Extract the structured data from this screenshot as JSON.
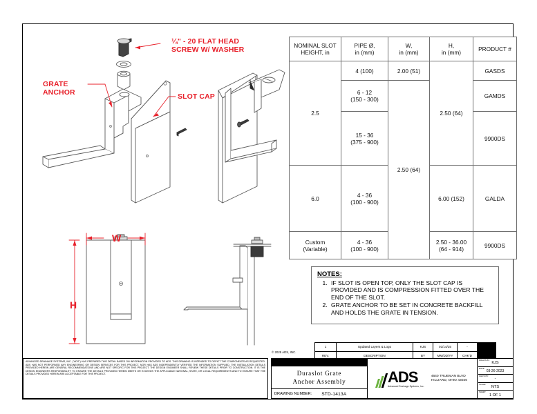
{
  "drawing": {
    "annotations": {
      "screw": "¼\" - 20 FLAT HEAD\nSCREW W/ WASHER",
      "screw_line1": "¼\" - 20 FLAT HEAD",
      "screw_line2": "SCREW W/ WASHER",
      "grate_anchor_line1": "GRATE",
      "grate_anchor_line2": "ANCHOR",
      "slot_cap": "SLOT CAP",
      "dim_w": "W",
      "dim_h": "H"
    }
  },
  "spec_table": {
    "headers": [
      "NOMINAL SLOT\nHEIGHT, in",
      "PIPE Ø,\nin (mm)",
      "W,\nin (mm)",
      "H,\nin (mm)",
      "PRODUCT #"
    ],
    "header_cells": [
      {
        "line1": "NOMINAL SLOT",
        "line2": "HEIGHT, in"
      },
      {
        "line1": "PIPE Ø,",
        "line2": "in (mm)"
      },
      {
        "line1": "W,",
        "line2": "in (mm)"
      },
      {
        "line1": "H,",
        "line2": "in (mm)"
      },
      {
        "line1": "PRODUCT #",
        "line2": ""
      }
    ],
    "rows": [
      {
        "nominal_slot_height": "2.5",
        "pipe_groups": [
          {
            "line1": "4 (100)",
            "line2": "",
            "product": "GASDS",
            "w": "2.00 (51)"
          },
          {
            "line1": "6 - 12",
            "line2": "(150 - 300)",
            "product": "GAMDS",
            "w": ""
          },
          {
            "line1": "15 - 36",
            "line2": "(375 - 900)",
            "product": "9900DS",
            "w": ""
          }
        ],
        "h": "2.50 (64)"
      },
      {
        "nominal_slot_height": "6.0",
        "pipe_groups": [
          {
            "line1": "4 - 36",
            "line2": "(100 - 900)",
            "product": "GALDA",
            "w": ""
          }
        ],
        "h": "6.00 (152)"
      },
      {
        "nominal_slot_height_line1": "Custom",
        "nominal_slot_height_line2": "(Variable)",
        "pipe_groups": [
          {
            "line1": "4 - 36",
            "line2": "(100 - 900)",
            "product": "9900DS",
            "w": ""
          }
        ],
        "h_line1": "2.50 - 36.00",
        "h_line2": "(64 - 914)"
      }
    ],
    "w_shared_value": "2.50 (64)"
  },
  "notes": {
    "title": "NOTES:",
    "items": [
      "IF SLOT IS OPEN TOP, ONLY THE SLOT CAP IS PROVIDED AND IS COMPRESSION FITTED OVER THE END OF THE SLOT.",
      "GRATE ANCHOR TO BE SET IN CONCRETE BACKFILL AND HOLDS THE GRATE IN TENSION."
    ]
  },
  "disclaimer": {
    "text": "ADVANCED DRAINAGE SYSTEMS, INC. (\"ADS\") HAS PREPARED THIS DETAIL BASED ON INFORMATION PROVIDED TO ADS.  THIS DRAWING IS INTENDED TO DEPICT THE COMPONENTS AS REQUESTED.  ADS HAS NOT PERFORMED ANY ENGINEERING OR DESIGN SERVICES FOR THIS PROJECT, NOR HAS ADS INDEPENDENTLY VERIFIED THE INFORMATION SUPPLIED.  THE INSTALLATION DETAILS PROVIDED HEREIN ARE GENERAL RECOMMENDATIONS AND ARE NOT SPECIFIC FOR THIS PROJECT.  THE DESIGN ENGINEER SHALL REVIEW THESE DETAILS PRIOR TO CONSTRUCTION.  IT IS THE DESIGN ENGINEERS RESPONSIBILITY TO ENSURE THE DETAILS PROVIDED HEREIN MEETS OR EXCEEDS THE APPLICABLE NATIONAL, STATE, OR LOCAL REQUIREMENTS AND TO ENSURE THAT THE DETAILS PROVIDED HEREIN ARE ACCEPTABLE FOR THIS PROJECT."
  },
  "copyright": "© 2025 ADS, INC.",
  "revision_block": {
    "entry": {
      "rev": "1",
      "description": "Updated Layers & Logo",
      "by": "KJS",
      "date": "01/14/25",
      "chkd": "-"
    },
    "headers": {
      "rev": "REV.",
      "description": "DESCRIPTION",
      "by": "BY",
      "date": "MM/DD/YY",
      "chkd": "CHK'D"
    }
  },
  "title_block": {
    "title_line1": "Duraslot Grate",
    "title_line2": "Anchor Assembly",
    "drawing_number_label": "DRAWING NUMBER:",
    "drawing_number": "STD-1413A",
    "company_name": "ADS",
    "company_tagline": "Advanced Drainage Systems, Inc.",
    "address_line1": "4640 TRUEMAN BLVD",
    "address_line2": "HILLIARD, OHIO 43026",
    "fields": [
      {
        "label": "DRAWN BY:",
        "value": "KJS"
      },
      {
        "label": "DATE:",
        "value": "03-26-2023"
      },
      {
        "label": "CHK'D BY:",
        "value": "-"
      },
      {
        "label": "SCALE:",
        "value": "NTS"
      },
      {
        "label": "SHEET:",
        "value": "1 OF 1"
      }
    ]
  },
  "colors": {
    "annotation_red": "#e8202a",
    "line_gray": "#6f6f6f",
    "logo_green": "#6cb33f"
  }
}
